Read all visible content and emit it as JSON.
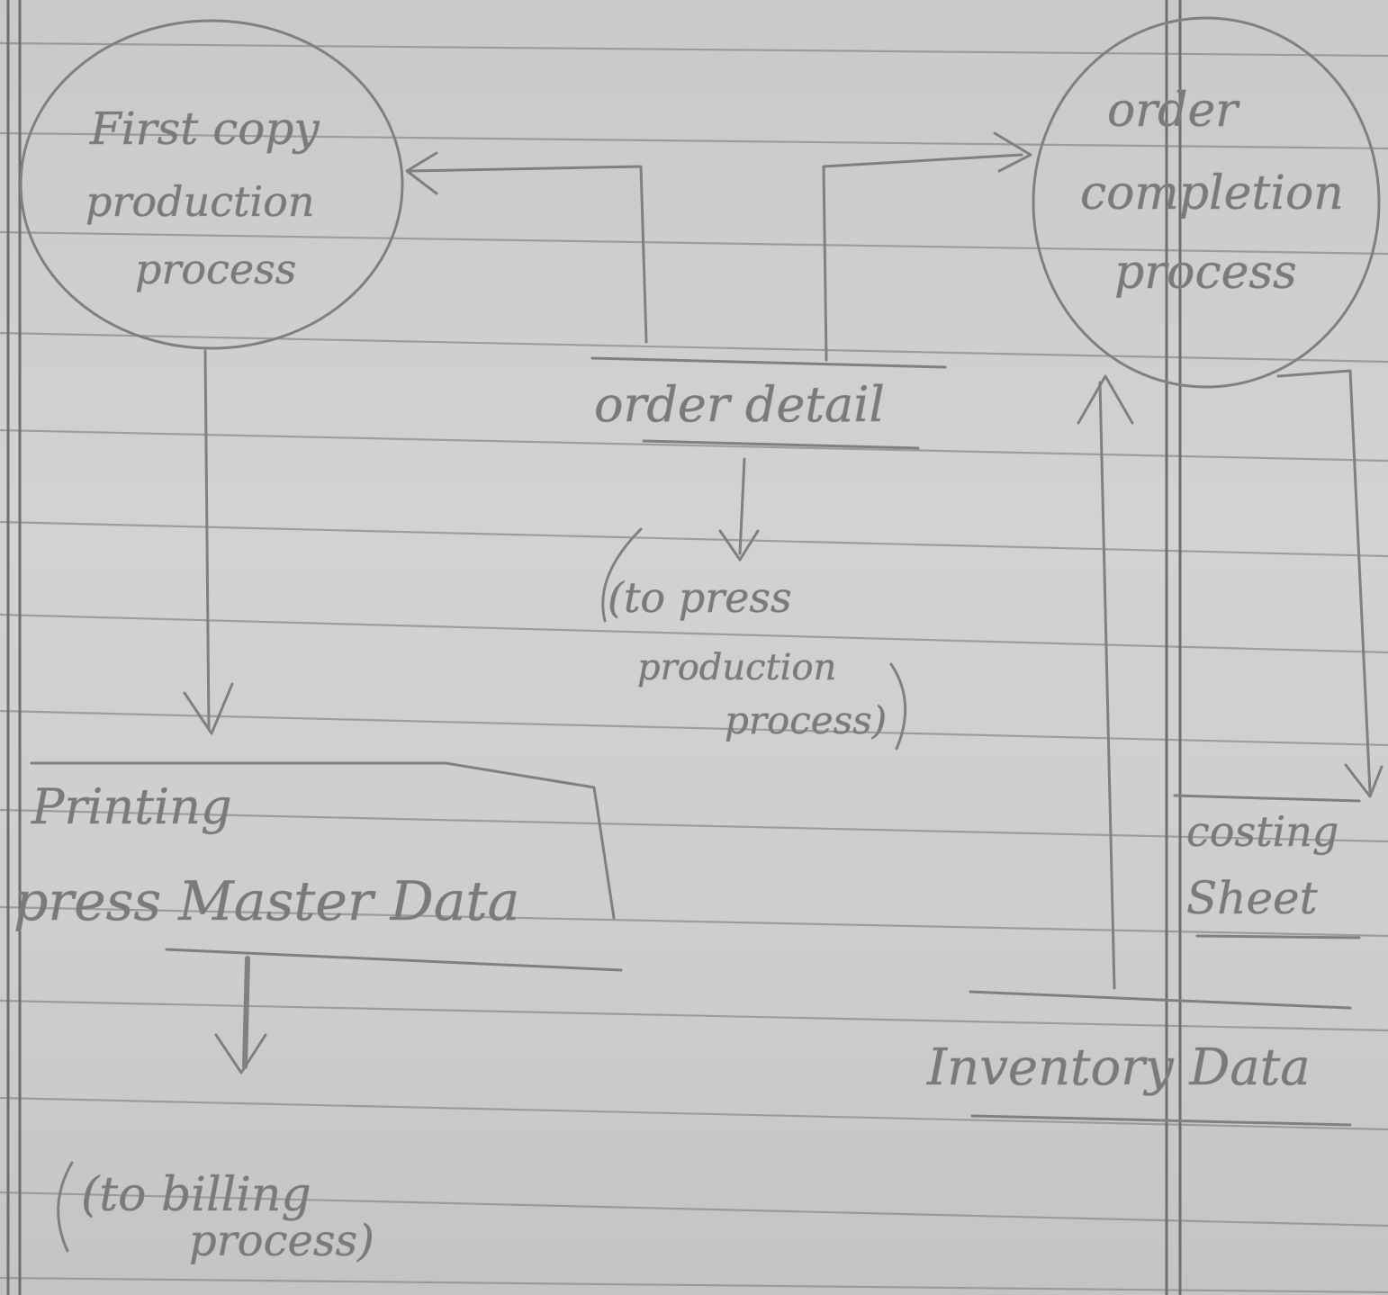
{
  "diagram": {
    "processes": [
      {
        "id": "first_copy",
        "lines": [
          "First copy",
          "production",
          "process"
        ]
      },
      {
        "id": "order_completion",
        "lines": [
          "order",
          "completion",
          "process"
        ]
      }
    ],
    "data_stores": [
      {
        "id": "order_detail",
        "label": "order detail"
      },
      {
        "id": "printing_press",
        "lines": [
          "Printing",
          "press Master Data"
        ]
      },
      {
        "id": "inventory",
        "label": "Inventory Data"
      },
      {
        "id": "costing",
        "lines": [
          "costing",
          "Sheet"
        ]
      }
    ],
    "external_refs": [
      {
        "id": "to_press",
        "lines": [
          "(to press",
          "production",
          "process)"
        ]
      },
      {
        "id": "to_billing",
        "lines": [
          "(to billing",
          "process)"
        ]
      }
    ],
    "colors": {
      "paper": "#cfcfcf",
      "pencil": "#808080",
      "rule_lines": "#8c8c8c"
    }
  }
}
